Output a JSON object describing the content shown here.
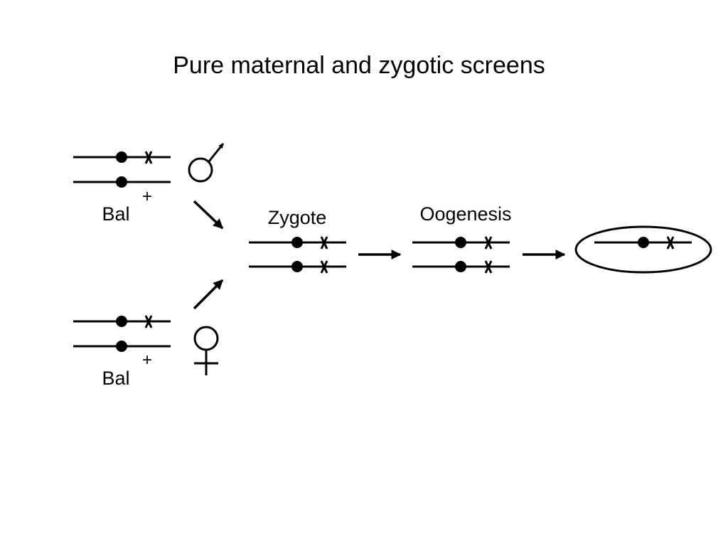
{
  "slide": {
    "title": "Pure maternal and zygotic screens",
    "male_parent": {
      "symbol": "male-symbol",
      "balancer_label": "Bal",
      "wildtype_label": "+"
    },
    "female_parent": {
      "symbol": "female-symbol",
      "balancer_label": "Bal",
      "wildtype_label": "+"
    },
    "zygote_label": "Zygote",
    "oogenesis_label": "Oogenesis",
    "egg_shape": "oval",
    "mutation_marker": "x",
    "centromere_marker": "filled-circle",
    "colors": {
      "ink": "#000000",
      "background": "#ffffff"
    }
  }
}
